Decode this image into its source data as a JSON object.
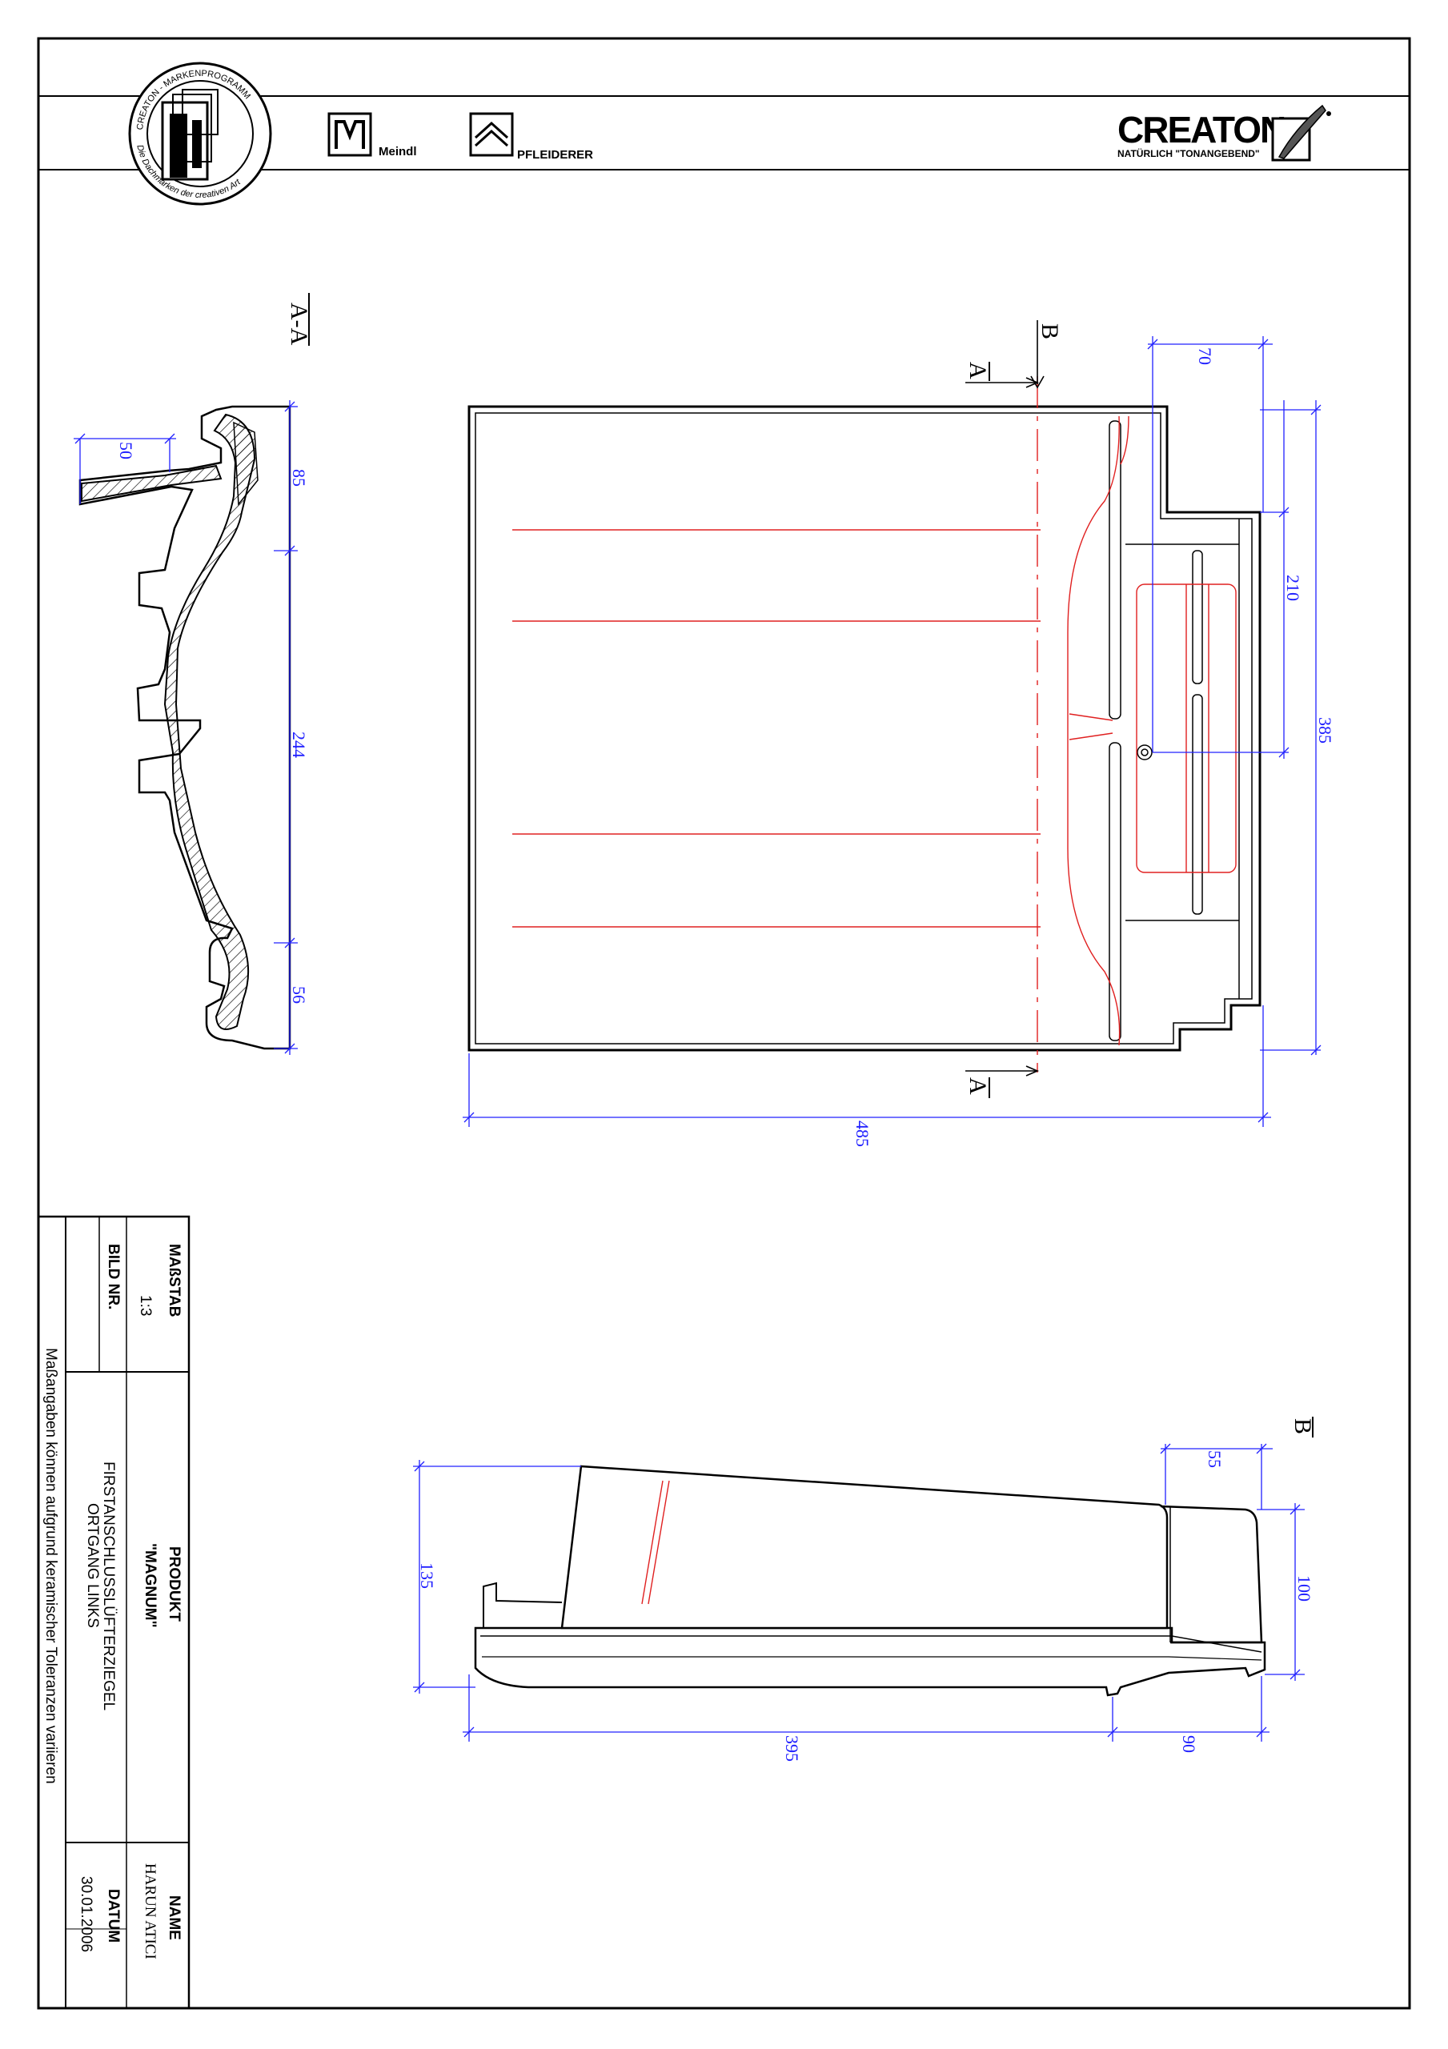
{
  "header": {
    "seal_text_top": "CREATON - MARKENPROGRAMM",
    "seal_text_bottom": "Die Dachmarken der creativen Art",
    "brand1_name": "Meindl",
    "brand2_name": "PFLEIDERER",
    "brand_main": "CREATON",
    "brand_tagline": "NATÜRLICH \"TONANGEBEND\""
  },
  "views": {
    "section_aa": {
      "title": "A-A",
      "dims": {
        "d50": "50",
        "d85": "85",
        "d244": "244",
        "d56": "56"
      }
    },
    "top_view": {
      "cut_b": "B",
      "cut_a_top": "A",
      "cut_a_bottom": "A",
      "dims": {
        "d70": "70",
        "d210": "210",
        "d385": "385",
        "d485": "485"
      }
    },
    "side_view": {
      "title": "B",
      "dims": {
        "d55": "55",
        "d100": "100",
        "d135": "135",
        "d395": "395",
        "d90": "90"
      }
    }
  },
  "title_block": {
    "scale_label": "MAßSTAB",
    "scale_value": "1:3",
    "image_no_label": "BILD NR.",
    "product_label": "PRODUKT",
    "product_name": "\"MAGNUM\"",
    "product_desc_1": "FIRSTANSCHLUSSLÜFTERZIEGEL",
    "product_desc_2": "ORTGANG LINKS",
    "name_label": "NAME",
    "name_value": "HARUN  ATICI",
    "date_label": "DATUM",
    "date_value": "30.01.2006",
    "note": "Maßangaben  können  aufgrund  keramischer  Toleranzen  variieren"
  },
  "colors": {
    "dimension": "#2020ff",
    "hidden_line": "#e02020",
    "line": "#000000"
  }
}
